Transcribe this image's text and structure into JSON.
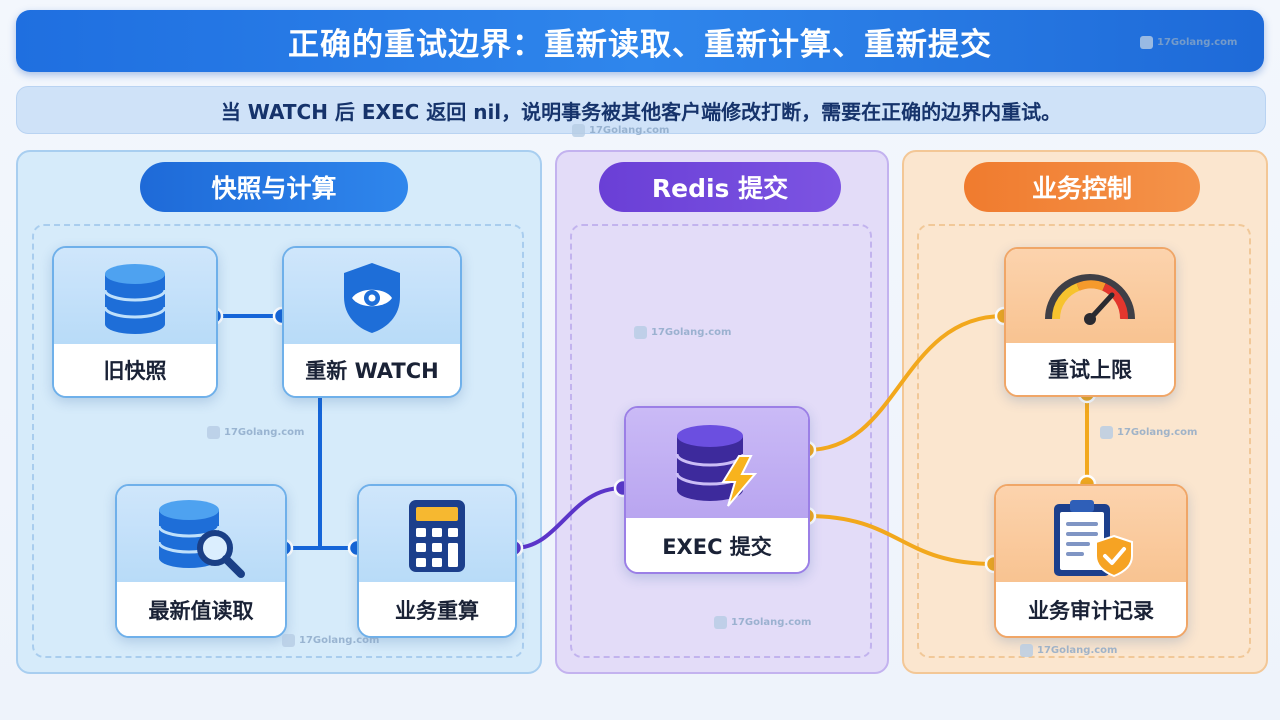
{
  "header": {
    "title": "正确的重试边界：重新读取、重新计算、重新提交",
    "subtitle": "当 WATCH 后 EXEC 返回 nil，说明事务被其他客户端修改打断，需要在正确的边界内重试。"
  },
  "groups": {
    "snapshot": {
      "title": "快照与计算"
    },
    "redis": {
      "title": "Redis 提交"
    },
    "business": {
      "title": "业务控制"
    }
  },
  "nodes": {
    "old_snapshot": {
      "label": "旧快照",
      "icon": "database-icon"
    },
    "rewatch": {
      "label": "重新 WATCH",
      "icon": "shield-eye-icon"
    },
    "latest_read": {
      "label": "最新值读取",
      "icon": "database-search-icon"
    },
    "recompute": {
      "label": "业务重算",
      "icon": "calculator-icon"
    },
    "exec": {
      "label": "EXEC 提交",
      "icon": "database-lightning-icon"
    },
    "retry_limit": {
      "label": "重试上限",
      "icon": "gauge-icon"
    },
    "audit": {
      "label": "业务审计记录",
      "icon": "clipboard-check-icon"
    }
  },
  "watermark": "17Golang.com",
  "colors": {
    "blue": "#1f6fe0",
    "purple": "#6a3fd6",
    "orange": "#f07b2e",
    "connector_blue": "#1565d8",
    "connector_purple": "#5b35c9",
    "connector_orange": "#f2a81d"
  }
}
